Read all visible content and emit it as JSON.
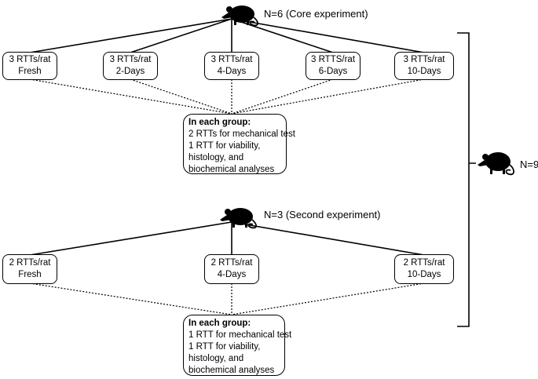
{
  "core": {
    "label": "N=6 (Core experiment)",
    "groups": [
      {
        "line1": "3 RTTs/rat",
        "line2": "Fresh"
      },
      {
        "line1": "3 RTTs/rat",
        "line2": "2-Days"
      },
      {
        "line1": "3 RTTs/rat",
        "line2": "4-Days"
      },
      {
        "line1": "3 RTTS/rat",
        "line2": "6-Days"
      },
      {
        "line1": "3 RTTs/rat",
        "line2": "10-Days"
      }
    ],
    "info": {
      "heading": "In each group:",
      "lines": [
        "2 RTTs for mechanical test",
        "1 RTT for viability,",
        "histology, and",
        "biochemical analyses"
      ]
    }
  },
  "second": {
    "label": "N=3 (Second experiment)",
    "groups": [
      {
        "line1": "2 RTTs/rat",
        "line2": "Fresh"
      },
      {
        "line1": "2 RTTs/rat",
        "line2": "4-Days"
      },
      {
        "line1": "2 RTTs/rat",
        "line2": "10-Days"
      }
    ],
    "info": {
      "heading": "In each group:",
      "lines": [
        "1 RTT for mechanical test",
        "1 RTT for viability,",
        "histology, and",
        "biochemical analyses"
      ]
    }
  },
  "total": {
    "label": "N=9"
  },
  "icons": {
    "rat": "rat-icon"
  }
}
